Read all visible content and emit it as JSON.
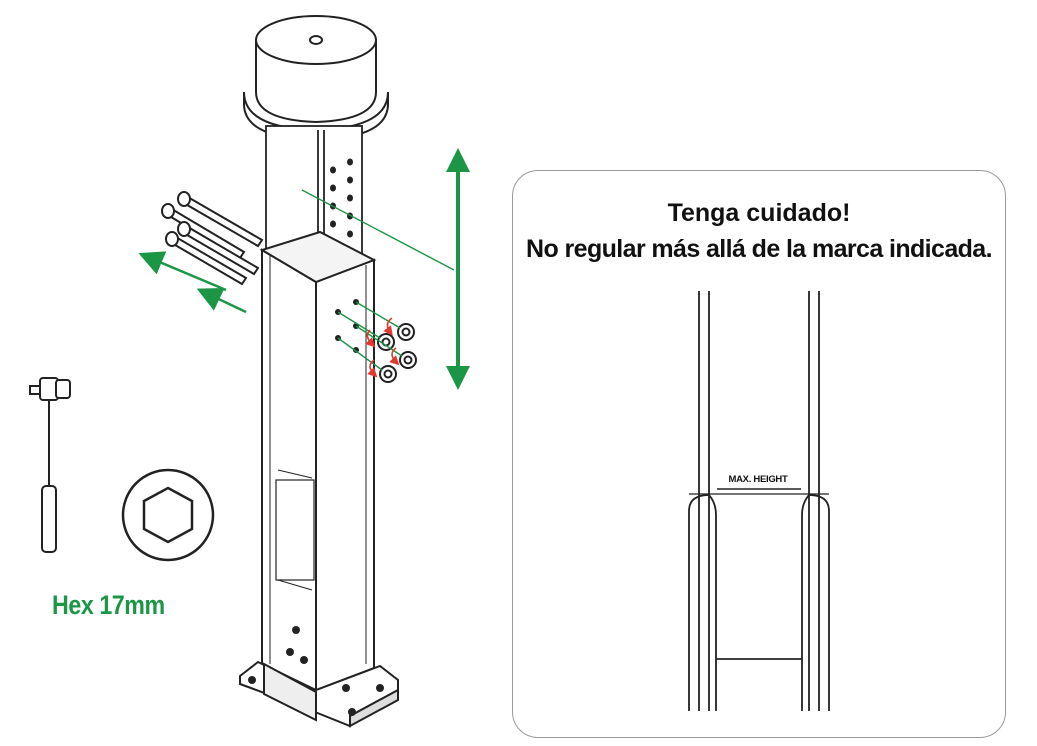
{
  "tool": {
    "label": "Hex 17mm"
  },
  "warning": {
    "title": "Tenga cuidado!",
    "body": "No regular más allá de la marca indicada.",
    "mark_label": "MAX. HEIGHT"
  },
  "colors": {
    "accent": "#1a9645",
    "warning_arrow": "#e03a2f",
    "line": "#222222",
    "panel_border": "#9a9a9a"
  },
  "icons": {
    "height_arrow": "double-arrow-icon",
    "socket": "hex-socket-icon",
    "wrench": "ratchet-wrench-icon"
  }
}
